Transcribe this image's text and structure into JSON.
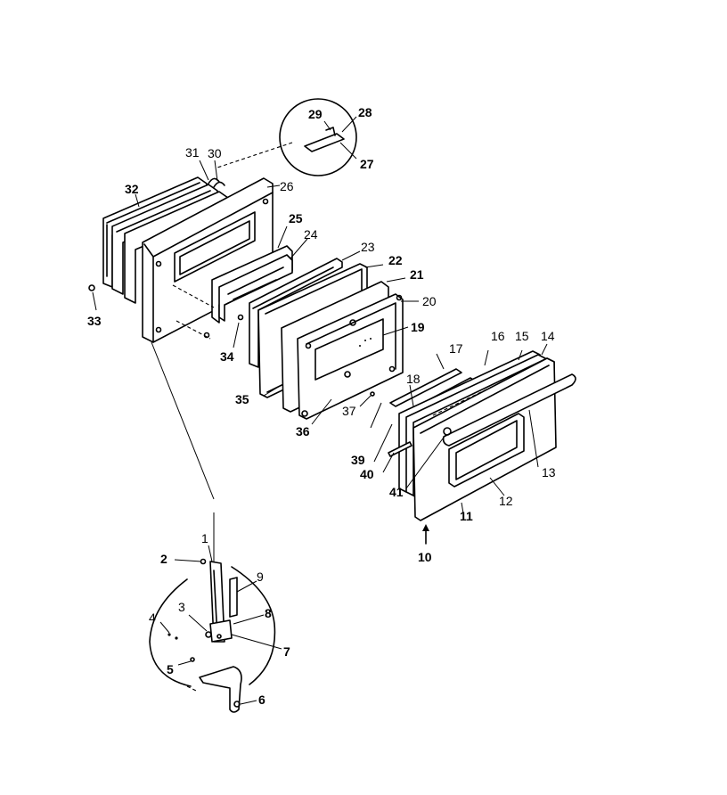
{
  "labels": {
    "p1": "1",
    "p2": "2",
    "p3": "3",
    "p4": "4",
    "p5": "5",
    "p6": "6",
    "p7": "7",
    "p8": "8",
    "p9": "9",
    "p10": "10",
    "p11": "11",
    "p12": "12",
    "p13": "13",
    "p14": "14",
    "p15": "15",
    "p16": "16",
    "p17": "17",
    "p18": "18",
    "p19": "19",
    "p20": "20",
    "p21": "21",
    "p22": "22",
    "p23": "23",
    "p24": "24",
    "p25": "25",
    "p26": "26",
    "p27": "27",
    "p28": "28",
    "p29": "29",
    "p30": "30",
    "p31": "31",
    "p32": "32",
    "p33": "33",
    "p34": "34",
    "p35": "35",
    "p36": "36",
    "p37": "37",
    "p39": "39",
    "p40": "40",
    "p41": "41"
  }
}
